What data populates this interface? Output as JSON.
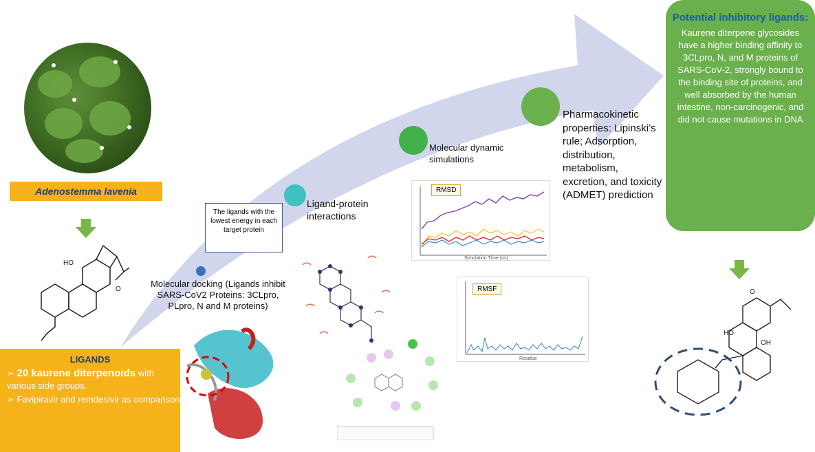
{
  "plant": {
    "species_label": "Adenostemma lavenia"
  },
  "ligands": {
    "title": "LIGANDS",
    "item1_bold": "20 kaurene diterpenoids",
    "item1_rest": "with various side groups.",
    "item2": "Favipiravir and remdesivir as comparison"
  },
  "steps": {
    "docking": "Molecular docking (Ligands inhibit SARS-CoV2 Proteins: 3CLpro, PLpro, N and M proteins)",
    "lowest_energy": "The ligands with the lowest energy in each target protein",
    "interactions": "Ligand-protein interactions",
    "dynamics": "Molecular dynamic simulations",
    "pharmaco": "Pharmacokinetic properties: Lipinski’s rule; Adsorption, distribution, metabolism, excretion, and toxicity (ADMET) prediction"
  },
  "rmsd_tag": "RMSD",
  "rmsf_tag": "RMSF",
  "rmsd_xlabel": "Simulation Time (ns)",
  "rmsf_xlabel": "Residue",
  "result": {
    "title": "Potential inhibitory ligands:",
    "text": "Kaurene diterpene glycosides have a higher binding affinity to 3CLpro, N, and M proteins of SARS-CoV-2, strongly bound to the binding site of proteins, and well absorbed by the human intestine, non-carcinogenic, and did not cause mutations in DNA"
  },
  "colors": {
    "arrow": "#c9cfea",
    "orange": "#f6b21a",
    "green": "#6ab04c",
    "title_blue": "#1560a8"
  }
}
